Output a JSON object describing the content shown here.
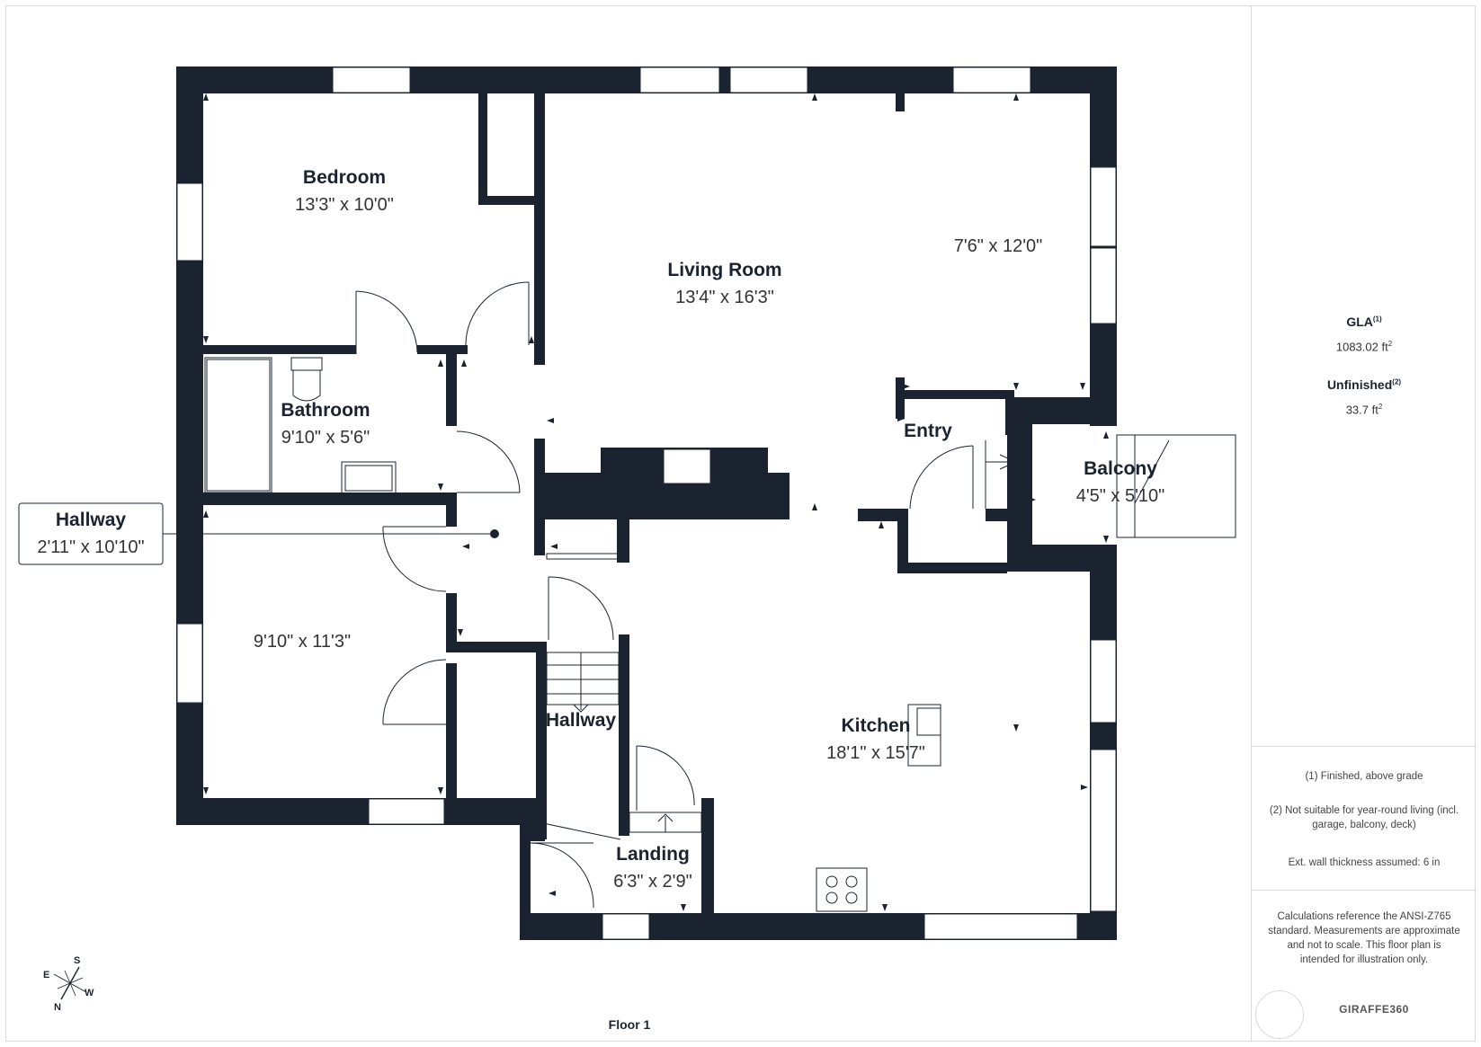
{
  "floor_label": "Floor 1",
  "rooms": {
    "bedroom": {
      "name": "Bedroom",
      "dims": "13'3\" x 10'0\""
    },
    "living_room": {
      "name": "Living Room",
      "dims": "13'4\" x 16'3\""
    },
    "nook": {
      "dims": "7'6\" x 12'0\""
    },
    "bathroom": {
      "name": "Bathroom",
      "dims": "9'10\" x 5'6\""
    },
    "entry": {
      "name": "Entry"
    },
    "balcony": {
      "name": "Balcony",
      "dims": "4'5\" x 5'10\""
    },
    "hallway_callout": {
      "name": "Hallway",
      "dims": "2'11\" x 10'10\""
    },
    "second_bedroom": {
      "dims": "9'10\" x 11'3\""
    },
    "stair_hallway": {
      "name": "Hallway"
    },
    "kitchen": {
      "name": "Kitchen",
      "dims": "18'1\" x 15'7\""
    },
    "landing": {
      "name": "Landing",
      "dims": "6'3\" x 2'9\""
    }
  },
  "compass": {
    "n": "N",
    "s": "S",
    "e": "E",
    "w": "W"
  },
  "panel": {
    "gla_label": "GLA",
    "gla_ref": "(1)",
    "gla_value": "1083.02 ft",
    "gla_unit_sup": "2",
    "unfinished_label": "Unfinished",
    "unfinished_ref": "(2)",
    "unfinished_value": "33.7 ft",
    "unfinished_unit_sup": "2",
    "note_1": "(1) Finished, above grade",
    "note_2": "(2) Not suitable for year-round living (incl. garage, balcony, deck)",
    "note_3": "Ext. wall thickness assumed: 6 in",
    "disclaimer": "Calculations reference the ANSI-Z765 standard. Measurements are approximate and not to scale. This floor plan is intended for illustration only.",
    "brand": "GIRAFFE360"
  },
  "colors": {
    "wall": "#1b2330",
    "line": "#1b2330",
    "border": "#d7d9dc"
  }
}
